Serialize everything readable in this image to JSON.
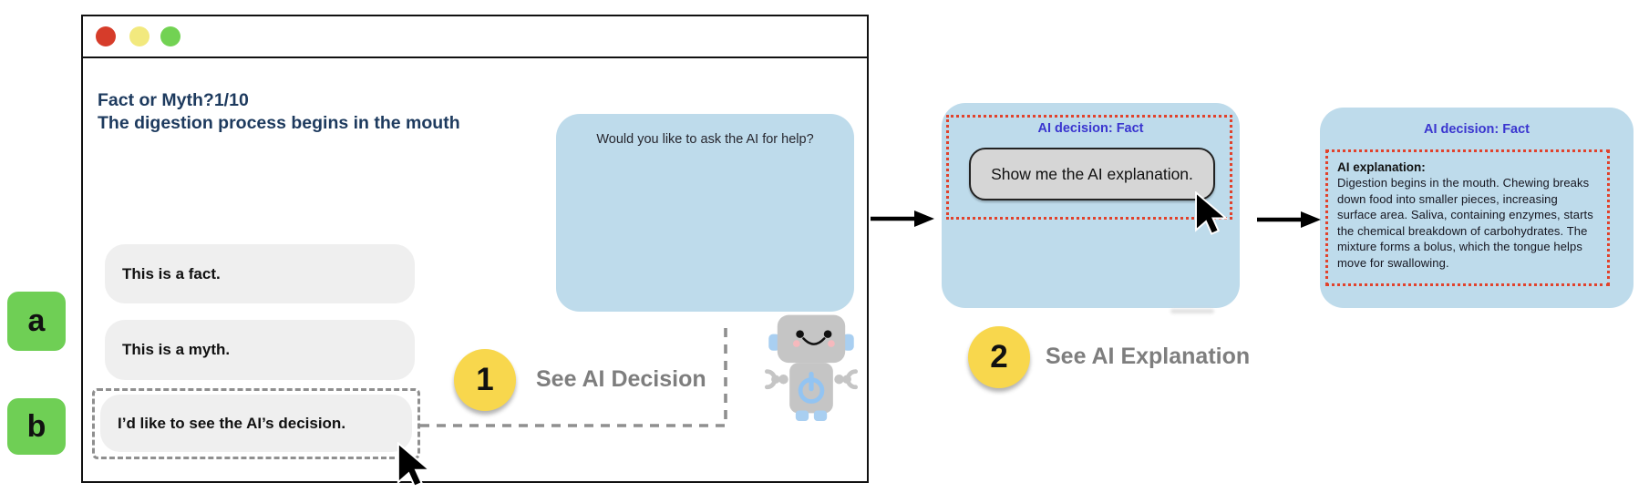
{
  "colors": {
    "panel_blue": "#bedbeb",
    "highlight_red_dotted": "#e1422c",
    "decision_text_blue": "#3a35cf",
    "step_circle_yellow": "#f8d74d",
    "label_green": "#6fcf55",
    "step_label_gray": "#7e7e7e",
    "quiz_title_navy": "#1d3a5e",
    "dashed_gray": "#8f8f8f"
  },
  "browser_window": {
    "traffic_lights": [
      "red",
      "yellow",
      "green"
    ],
    "quiz_title": "Fact or Myth?1/10",
    "quiz_question": "The digestion process begins in the mouth",
    "answers": [
      {
        "label": "This is a fact."
      },
      {
        "label": "This is a myth."
      },
      {
        "label": "I’d like to see the AI’s decision."
      }
    ],
    "assistant_bubble": "Would you like to ask the AI for help?"
  },
  "annotations": {
    "label_a": "a",
    "label_b": "b",
    "step_1": {
      "number": "1",
      "label": "See AI Decision"
    },
    "step_2": {
      "number": "2",
      "label": "See AI Explanation"
    }
  },
  "decision_panel": {
    "title": "AI decision: Fact",
    "button_label": "Show me the AI explanation."
  },
  "explanation_panel": {
    "title": "AI decision: Fact",
    "heading": "AI explanation:",
    "body": "Digestion begins in the mouth. Chewing breaks down food into smaller pieces, increasing surface area. Saliva, containing enzymes, starts the chemical breakdown of carbohydrates. The mixture forms a bolus, which the tongue helps move for swallowing."
  }
}
